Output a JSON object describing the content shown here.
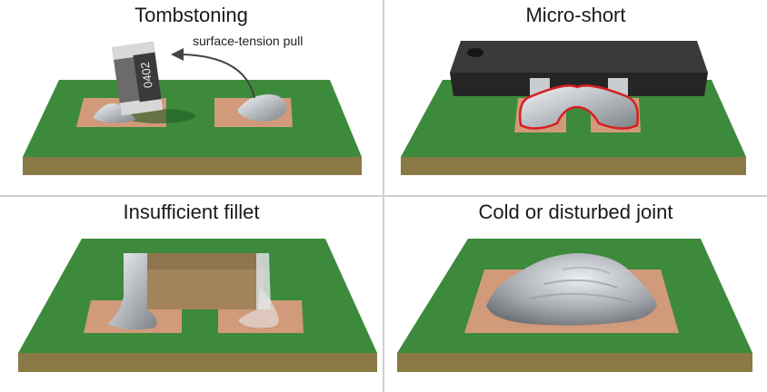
{
  "panels": [
    {
      "title": "Tombstoning",
      "callout": "surface-tension pull",
      "marking": "0402"
    },
    {
      "title": "Micro-short"
    },
    {
      "title": "Insufficient fillet"
    },
    {
      "title": "Cold or disturbed joint"
    }
  ],
  "colors": {
    "board_top": "#3d8a3c",
    "board_edge": "#8a7a45",
    "copper_pad": "#d19a7a",
    "solder": "#c9ccd0",
    "bridge_outline": "#d61f1f",
    "ic_body": "#2b2b2b",
    "chip_body": "#a3835c"
  },
  "icons": [
    "solder-drop-icon",
    "curved-arrow-icon"
  ]
}
